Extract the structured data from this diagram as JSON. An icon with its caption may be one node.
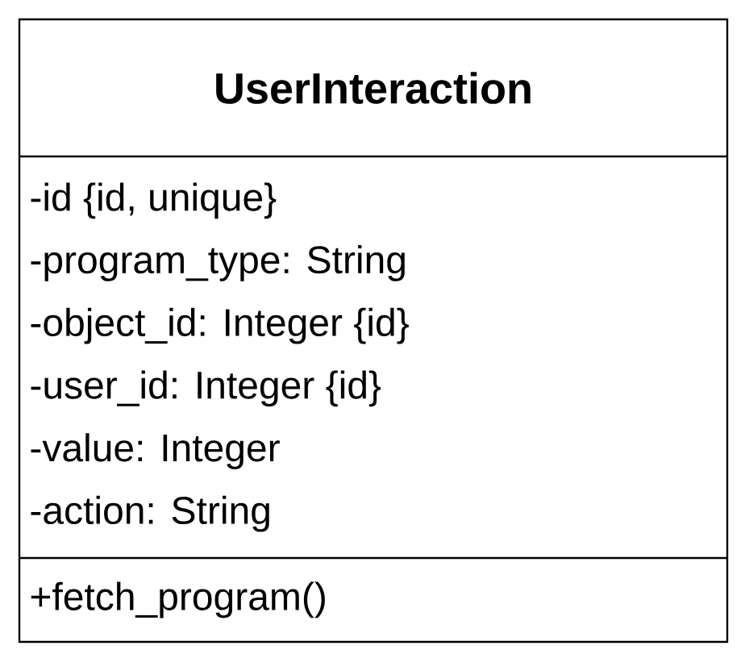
{
  "diagram": {
    "nodes": [
      {
        "text": [
          "UserInteraction",
          "-id {id, unique}",
          "-program_type: String",
          "-object_id: Integer {id}",
          "-user_id: Integer {id}",
          "-value: Integer",
          "-action: String",
          "+fetch_program()"
        ]
      }
    ]
  }
}
